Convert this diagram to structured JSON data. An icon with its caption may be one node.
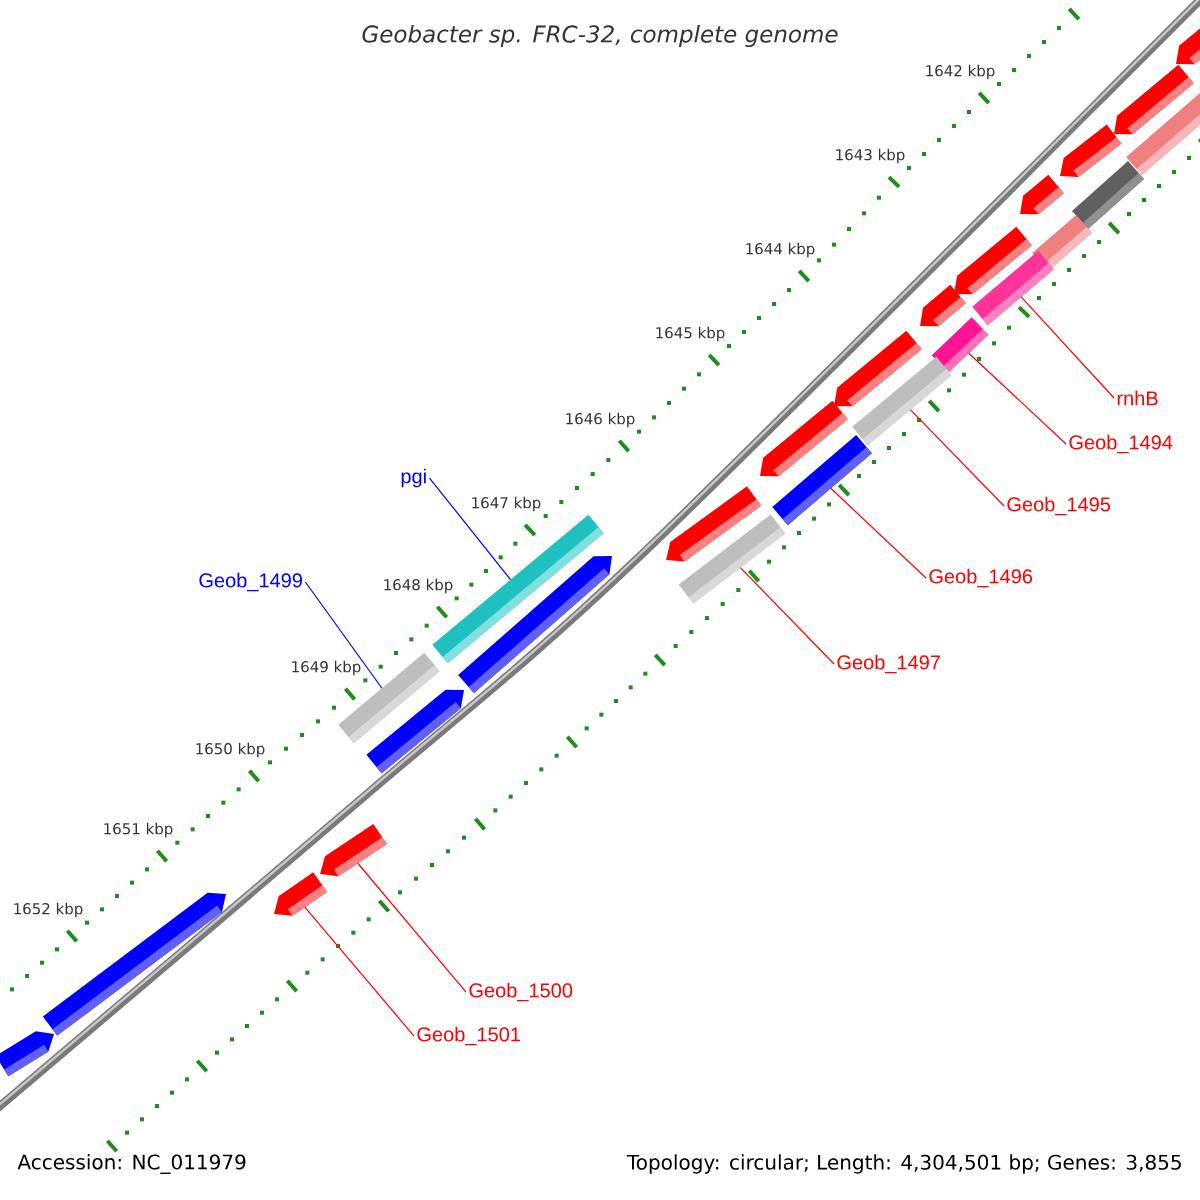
{
  "diagram": {
    "title": "Geobacter sp. FRC-32, complete genome",
    "nodes": [
      {
        "text": [
          "rnhB"
        ]
      },
      {
        "text": [
          "Geob_1494"
        ]
      },
      {
        "text": [
          "pgi"
        ]
      },
      {
        "text": [
          "Geob_1495"
        ]
      },
      {
        "text": [
          "Geob_1496"
        ]
      },
      {
        "text": [
          "Geob_1499"
        ]
      },
      {
        "text": [
          "Geob_1497"
        ]
      },
      {
        "text": [
          "Geob_1500"
        ]
      },
      {
        "text": [
          "Geob_1501"
        ]
      },
      {
        "text": [],
        "shape": "arrow"
      },
      {
        "text": [],
        "shape": "arrow"
      },
      {
        "text": [],
        "shape": "arrow"
      },
      {
        "text": [],
        "shape": "arrow"
      },
      {
        "text": [],
        "shape": "arrow"
      },
      {
        "text": [],
        "shape": "arrow"
      },
      {
        "text": [],
        "shape": "arrow"
      },
      {
        "text": [],
        "shape": "arrow"
      },
      {
        "text": [],
        "shape": "arrow"
      },
      {
        "text": [],
        "shape": "box"
      },
      {
        "text": [],
        "shape": "box"
      },
      {
        "text": [],
        "shape": "box"
      },
      {
        "text": [],
        "shape": "box"
      },
      {
        "text": [],
        "shape": "box"
      },
      {
        "text": [],
        "shape": "box"
      },
      {
        "text": [],
        "shape": "box"
      },
      {
        "text": [],
        "shape": "box"
      },
      {
        "text": [],
        "shape": "box"
      },
      {
        "text": [],
        "shape": "arrow"
      },
      {
        "text": [],
        "shape": "box"
      },
      {
        "text": [],
        "shape": "arrow"
      },
      {
        "text": [],
        "shape": "arrow"
      },
      {
        "text": [],
        "shape": "arrow"
      },
      {
        "text": [],
        "shape": "arrow"
      },
      {
        "text": [],
        "shape": "arrow"
      }
    ],
    "edges": [
      {
        "from": 0,
        "to": 21,
        "arrow": "none"
      },
      {
        "from": 1,
        "to": 22,
        "arrow": "none"
      },
      {
        "from": 2,
        "to": 26,
        "arrow": "none",
        "color": "#0000ff"
      },
      {
        "from": 3,
        "to": 23,
        "arrow": "none"
      },
      {
        "from": 4,
        "to": 24,
        "arrow": "none"
      },
      {
        "from": 5,
        "to": 28,
        "arrow": "none",
        "color": "#0000ff"
      },
      {
        "from": 6,
        "to": 25,
        "arrow": "none"
      },
      {
        "from": 7,
        "to": 30,
        "arrow": "none"
      },
      {
        "from": 8,
        "to": 31,
        "arrow": "none"
      }
    ],
    "labels": [
      "1642 kbp",
      "1643 kbp",
      "1644 kbp",
      "1645 kbp",
      "1646 kbp",
      "1647 kbp",
      "1648 kbp",
      "1649 kbp",
      "1650 kbp",
      "1651 kbp",
      "1652 kbp",
      "Accession: NC_011979",
      "Topology: circular; Length: 4,304,501 bp; Genes: 3,855"
    ]
  }
}
